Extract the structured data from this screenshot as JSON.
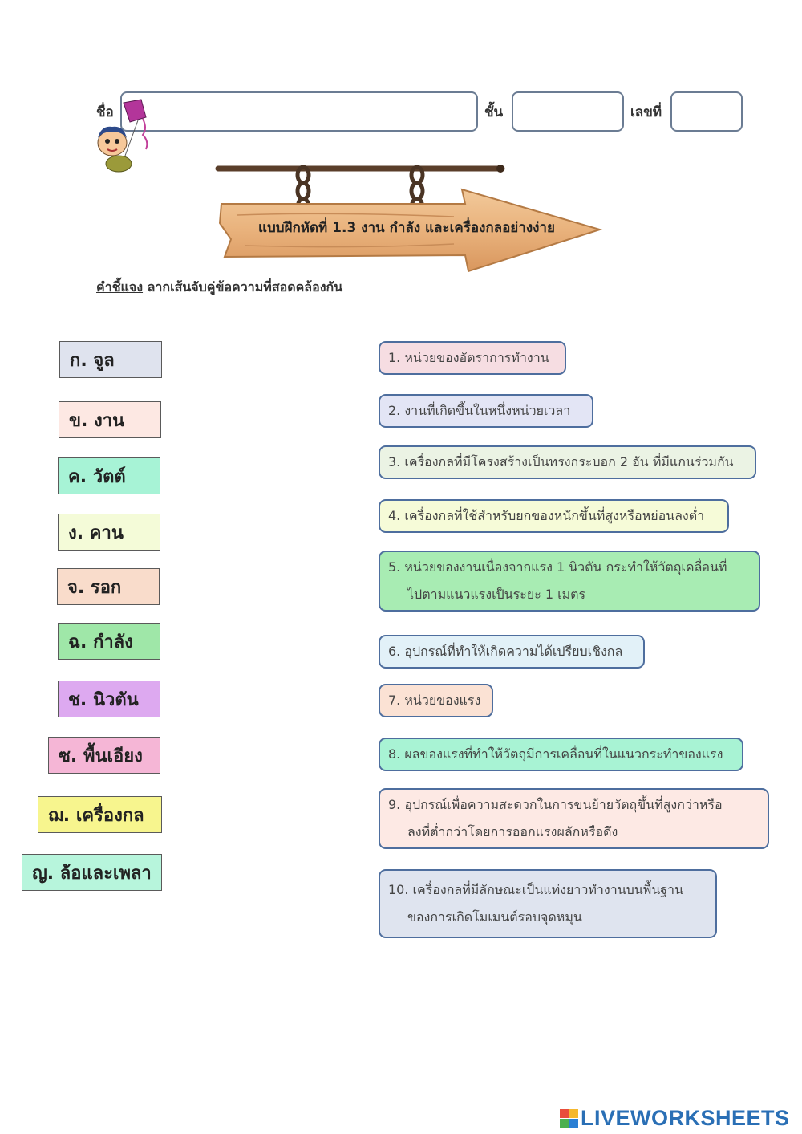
{
  "header": {
    "name_label": "ชื่อ",
    "class_label": "ชั้น",
    "number_label": "เลขที่"
  },
  "sign": {
    "title": "แบบฝึกหัดที่ 1.3 งาน กำลัง และเครื่องกลอย่างง่าย"
  },
  "instructions": {
    "label": "คำชี้แจง",
    "text": " ลากเส้นจับคู่ข้อความที่สอดคล้องกัน"
  },
  "terms": [
    {
      "text": "ก.  จูล",
      "color": "#dfe3ee"
    },
    {
      "text": "ข. งาน",
      "color": "#fde8e3"
    },
    {
      "text": "ค. วัตต์",
      "color": "#a7f3d6"
    },
    {
      "text": "ง. คาน",
      "color": "#f4fbd8"
    },
    {
      "text": "จ. รอก",
      "color": "#f9dccb"
    },
    {
      "text": "ฉ. กำลัง",
      "color": "#9fe7a8"
    },
    {
      "text": "ช. นิวตัน",
      "color": "#dda9f0"
    },
    {
      "text": "ซ. พื้นเอียง",
      "color": "#f5b6d6"
    },
    {
      "text": "ฌ. เครื่องกล",
      "color": "#f7f58e"
    },
    {
      "text": "ญ. ล้อและเพลา",
      "color": "#b7f5dc"
    }
  ],
  "definitions": [
    {
      "line1": "1. หน่วยของอัตราการทำงาน",
      "line2": "",
      "color": "#f6dde2"
    },
    {
      "line1": "2. งานที่เกิดขึ้นในหนึ่งหน่วยเวลา",
      "line2": "",
      "color": "#e3e5f5"
    },
    {
      "line1": "3. เครื่องกลที่มีโครงสร้างเป็นทรงกระบอก 2 อัน ที่มีแกนร่วมกัน",
      "line2": "",
      "color": "#ebf3e4"
    },
    {
      "line1": "4. เครื่องกลที่ใช้สำหรับยกของหนักขึ้นที่สูงหรือหย่อนลงต่ำ",
      "line2": "",
      "color": "#f6fbd8"
    },
    {
      "line1": "5. หน่วยของงานเนื่องจากแรง 1 นิวตัน กระทำให้วัตถุเคลื่อนที่",
      "line2": "ไปตามแนวแรงเป็นระยะ 1 เมตร",
      "color": "#a8ecb3"
    },
    {
      "line1": "6. อุปกรณ์ที่ทำให้เกิดความได้เปรียบเชิงกล",
      "line2": "",
      "color": "#e2f1f8"
    },
    {
      "line1": "7. หน่วยของแรง",
      "line2": "",
      "color": "#fbe2d4"
    },
    {
      "line1": "8. ผลของแรงที่ทำให้วัตถุมีการเคลื่อนที่ในแนวกระทำของแรง",
      "line2": "",
      "color": "#a8f3d4"
    },
    {
      "line1": "9. อุปกรณ์เพื่อความสะดวกในการขนย้ายวัตถุขึ้นที่สูงกว่าหรือ",
      "line2": "ลงที่ต่ำกว่าโดยการออกแรงผลักหรือดึง",
      "color": "#fde9e4"
    },
    {
      "line1": "10. เครื่องกลที่มีลักษณะเป็นแท่งยาวทำงานบนพื้นฐาน",
      "line2": "ของการเกิดโมเมนต์รอบจุดหมุน",
      "color": "#dfe4ef"
    }
  ],
  "footer": {
    "brand": "LIVEWORKSHEETS"
  }
}
